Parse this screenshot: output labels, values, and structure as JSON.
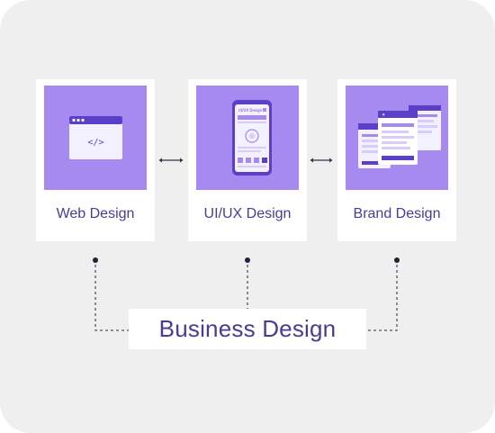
{
  "cards": [
    {
      "label": "Web Design",
      "icon": "browser-code-icon"
    },
    {
      "label": "UI/UX Design",
      "icon": "phone-mockup-icon",
      "mockup_title": "UI/UX Design"
    },
    {
      "label": "Brand Design",
      "icon": "stacked-windows-icon"
    }
  ],
  "web_icon": {
    "code_glyph": "</>"
  },
  "business": {
    "label": "Business Design"
  },
  "colors": {
    "tile": "#a68af0",
    "accent": "#5b3fc8",
    "text": "#4b3a96",
    "frame": "#efefef",
    "connector": "#333344"
  }
}
